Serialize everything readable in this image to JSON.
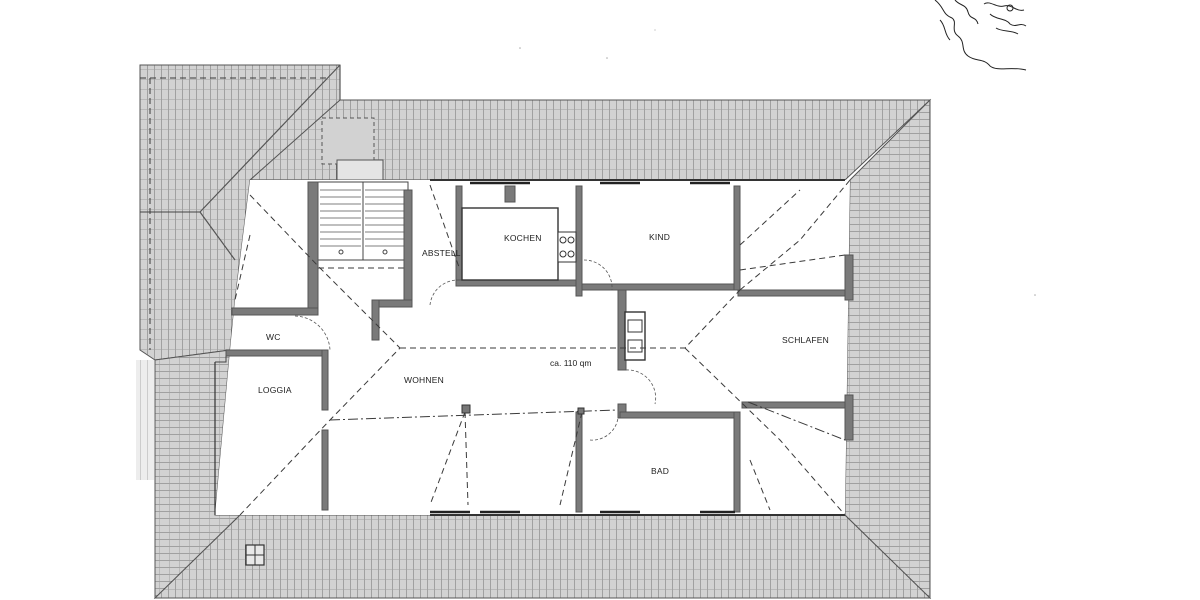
{
  "rooms": {
    "kochen": "KOCHEN",
    "kind": "KIND",
    "abstell": "ABSTELL",
    "wc": "WC",
    "schlafen": "SCHLAFEN",
    "loggia": "LOGGIA",
    "wohnen": "WOHNEN",
    "bad": "BAD"
  },
  "area": "ca. 110 qm",
  "colors": {
    "roof_fill": "#cfcfcf",
    "roof_lines": "#6f6f6f",
    "wall": "#7a7a7a",
    "lines": "#3a3a3a"
  }
}
